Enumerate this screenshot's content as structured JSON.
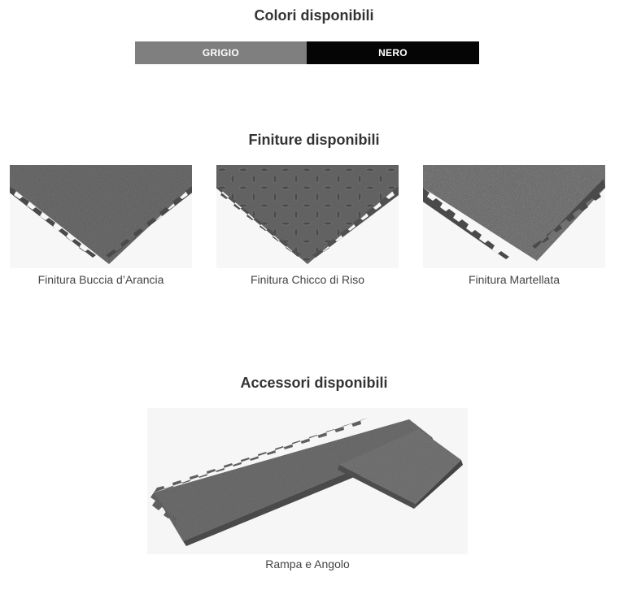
{
  "colors": {
    "title": "Colori disponibili",
    "options": [
      {
        "label": "GRIGIO",
        "hex": "#7f7f7f"
      },
      {
        "label": "NERO",
        "hex": "#050505"
      }
    ]
  },
  "finishes": {
    "title": "Finiture disponibili",
    "items": [
      {
        "caption": "Finitura Buccia d’Arancia"
      },
      {
        "caption": "Finitura Chicco di Riso"
      },
      {
        "caption": "Finitura Martellata"
      }
    ]
  },
  "accessories": {
    "title": "Accessori disponibili",
    "items": [
      {
        "caption": "Rampa e Angolo"
      }
    ]
  }
}
